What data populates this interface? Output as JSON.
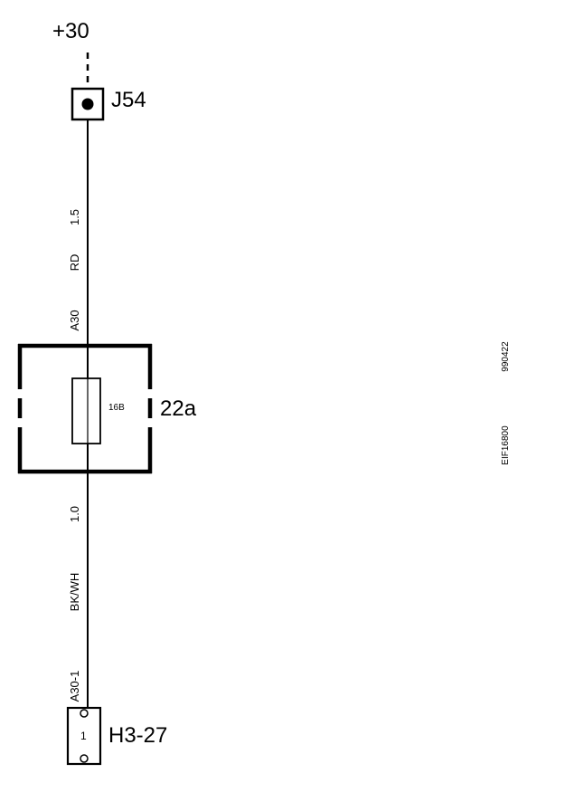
{
  "diagram": {
    "supply_label": "+30",
    "connector_top": {
      "label": "J54"
    },
    "wire_top": {
      "size": "1.5",
      "color": "RD",
      "id": "A30"
    },
    "fuse_box": {
      "label": "22a",
      "fuse_rating": "16B"
    },
    "wire_bottom": {
      "size": "1.0",
      "color": "BK/WH",
      "id": "A30-1"
    },
    "connector_bottom": {
      "label": "H3-27",
      "pin": "1"
    },
    "doc_ref": {
      "code": "EIF16800",
      "date": "990422"
    }
  }
}
